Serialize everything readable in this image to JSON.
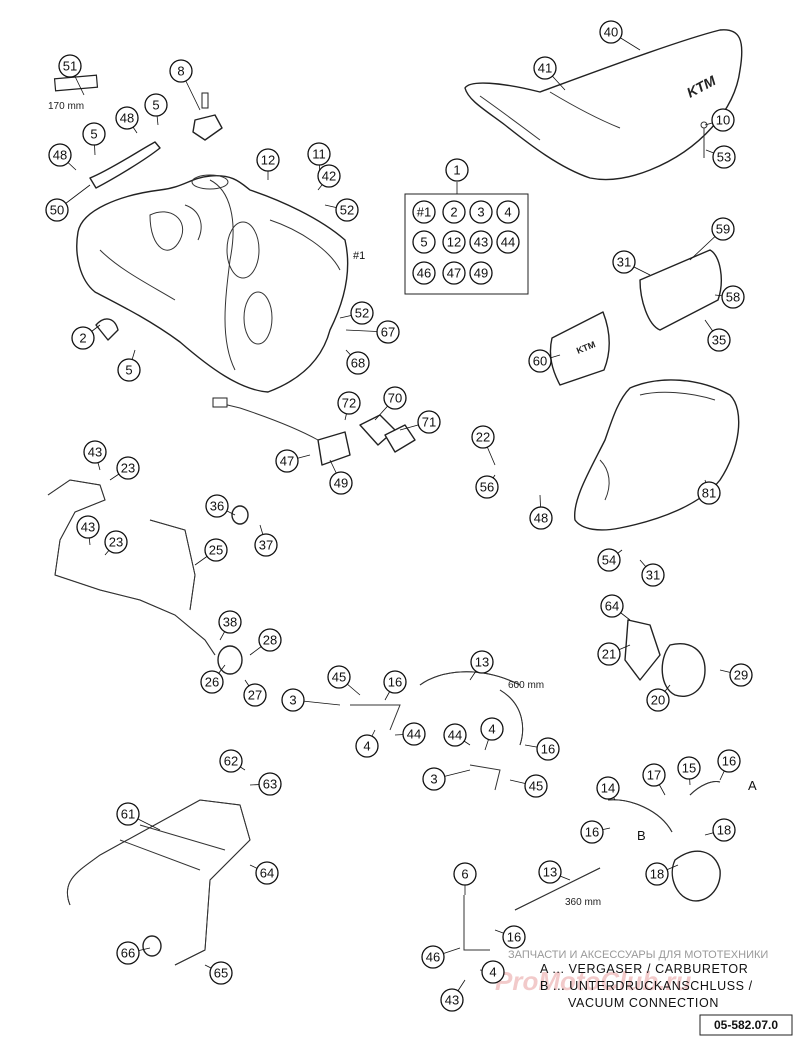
{
  "diagram": {
    "doc_number": "05-582.07.0",
    "legend": {
      "line_a": "A ... VERGASER / CARBURETOR",
      "line_b": "B ... UNTERDRUCKANSCHLUSS /",
      "line_c": "VACUUM CONNECTION"
    },
    "dimensions": {
      "d170": "170 mm",
      "d600": "600 mm",
      "d360": "360 mm"
    },
    "connector_labels": {
      "a": "A",
      "b": "B"
    },
    "kit_box": {
      "title": "1",
      "items": [
        "#1",
        "2",
        "3",
        "4",
        "5",
        "12",
        "43",
        "44",
        "46",
        "47",
        "49"
      ]
    },
    "tank_ref": "#1",
    "seat_logo": "KTM",
    "cover_logo": "KTM",
    "watermark_small": "ЗАПЧАСТИ И АКСЕССУАРЫ ДЛЯ МОТОТЕХНИКИ",
    "watermark_big": "ProMotoClub.ru",
    "callouts": [
      "51",
      "8",
      "48",
      "5",
      "5",
      "48",
      "50",
      "12",
      "11",
      "42",
      "52",
      "40",
      "41",
      "10",
      "53",
      "2",
      "5",
      "52",
      "67",
      "68",
      "59",
      "31",
      "58",
      "35",
      "60",
      "72",
      "70",
      "71",
      "47",
      "49",
      "22",
      "56",
      "48",
      "81",
      "43",
      "23",
      "43",
      "23",
      "36",
      "37",
      "25",
      "38",
      "28",
      "26",
      "27",
      "54",
      "31",
      "64",
      "21",
      "29",
      "20",
      "45",
      "16",
      "13",
      "3",
      "44",
      "4",
      "44",
      "4",
      "16",
      "3",
      "45",
      "62",
      "63",
      "61",
      "64",
      "14",
      "17",
      "15",
      "16",
      "16",
      "18",
      "18",
      "13",
      "6",
      "46",
      "16",
      "4",
      "43",
      "66",
      "65"
    ]
  }
}
